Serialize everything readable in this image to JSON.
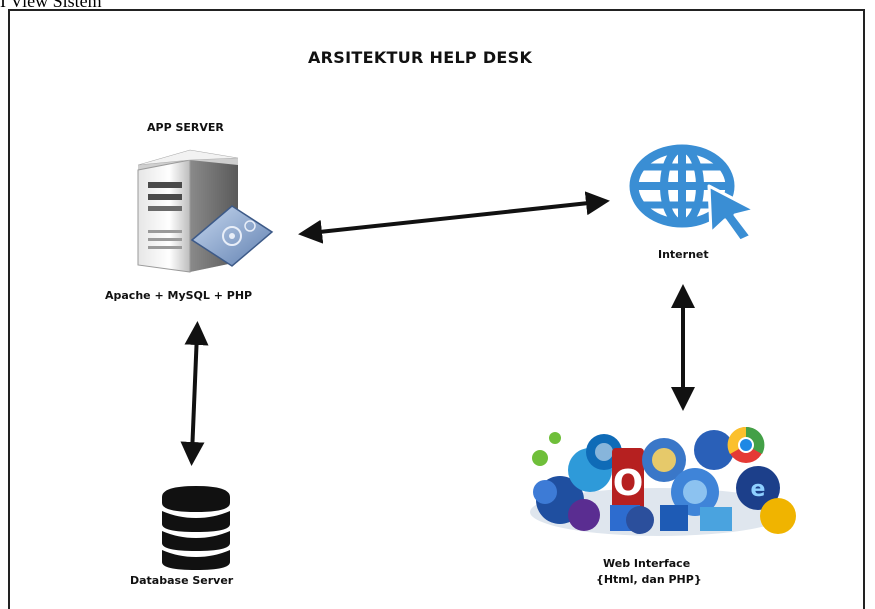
{
  "top_caption": "I View Sistem",
  "diagram": {
    "title": "ARSITEKTUR HELP DESK",
    "app_server": {
      "title": "APP SERVER",
      "subtitle": "Apache + MySQL + PHP"
    },
    "internet": {
      "label": "Internet"
    },
    "database": {
      "label": "Database Server"
    },
    "web_interface": {
      "label_line1": "Web Interface",
      "label_line2": "{Html, dan PHP}"
    }
  },
  "colors": {
    "globe_blue": "#3a8ed4",
    "arrow": "#111111",
    "frame": "#222222"
  },
  "icons": [
    "server-icon",
    "globe-cursor-icon",
    "database-icon",
    "browser-logos-cluster-icon"
  ]
}
